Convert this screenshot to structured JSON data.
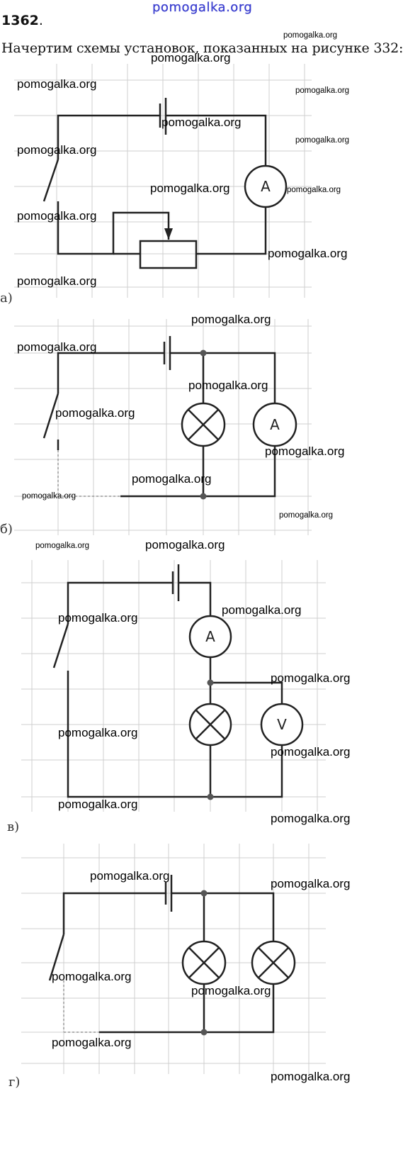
{
  "header": {
    "site_logo": "pomogalka.org"
  },
  "problem": {
    "number": "1362",
    "number_suffix": ".",
    "text": "Начертим схемы установок, показанных на рисунке 332:"
  },
  "diagrams": [
    {
      "label": "а)",
      "meter_symbol": "A"
    },
    {
      "label": "б)",
      "meter_symbol": "A"
    },
    {
      "label": "в)",
      "ammeter_symbol": "A",
      "voltmeter_symbol": "V"
    },
    {
      "label": "г)"
    }
  ],
  "watermark_text": "pomogalka.org",
  "colors": {
    "wire": "#222222",
    "grid": "#cfcfcf",
    "logo": "#3b3fcf"
  }
}
